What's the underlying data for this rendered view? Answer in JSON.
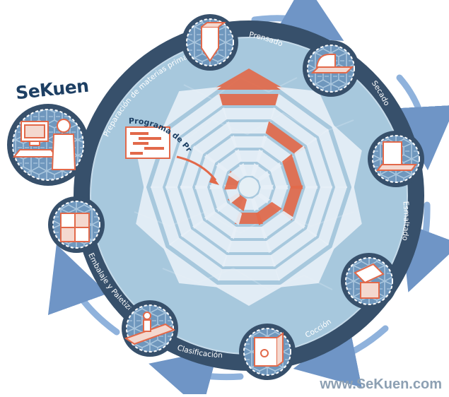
{
  "brand": "SeKuen",
  "footer_url": "www.SeKuen.com",
  "center_label": "Programa de Producción",
  "stages": [
    {
      "id": "preparacion",
      "label": "Preparación de materias primas",
      "icon": "silo-icon"
    },
    {
      "id": "prensado",
      "label": "Prensado",
      "icon": "press-icon"
    },
    {
      "id": "secado",
      "label": "Secado",
      "icon": "dryer-icon"
    },
    {
      "id": "esmaltado",
      "label": "Esmaltado",
      "icon": "glazing-icon"
    },
    {
      "id": "coccion",
      "label": "Cocción",
      "icon": "kiln-icon"
    },
    {
      "id": "clasificacion",
      "label": "Clasificación",
      "icon": "sorting-icon"
    },
    {
      "id": "embalaje",
      "label": "Embalaje y Paletizado",
      "icon": "pallet-icon"
    }
  ],
  "colors": {
    "ring": "#37506b",
    "disc": "#a7c8dd",
    "accent": "#e2694a",
    "arrow": "#7ea4d3",
    "pale": "#e6eff6"
  }
}
